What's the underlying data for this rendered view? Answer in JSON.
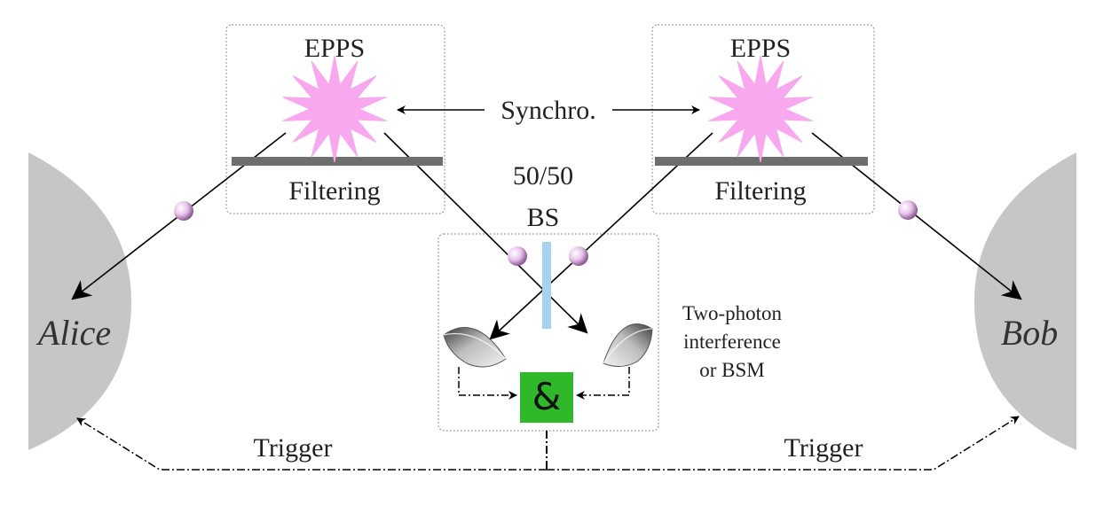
{
  "labels": {
    "epps_left": "EPPS",
    "epps_right": "EPPS",
    "synchro": "Synchro.",
    "filtering_left": "Filtering",
    "filtering_right": "Filtering",
    "bs_ratio": "50/50",
    "bs": "BS",
    "interference_line1": "Two-photon",
    "interference_line2": "interference",
    "interference_line3": "or BSM",
    "alice": "Alice",
    "bob": "Bob",
    "trigger_left": "Trigger",
    "trigger_right": "Trigger",
    "coincidence": "&"
  },
  "colors": {
    "source_star": "#f7a8ef",
    "filter_bar": "#6e6e6e",
    "beamsplitter": "#a8d0f0",
    "coincidence_box": "#2fb82a",
    "party_region": "#c6c6c6",
    "photon": "#e6c8ea"
  }
}
